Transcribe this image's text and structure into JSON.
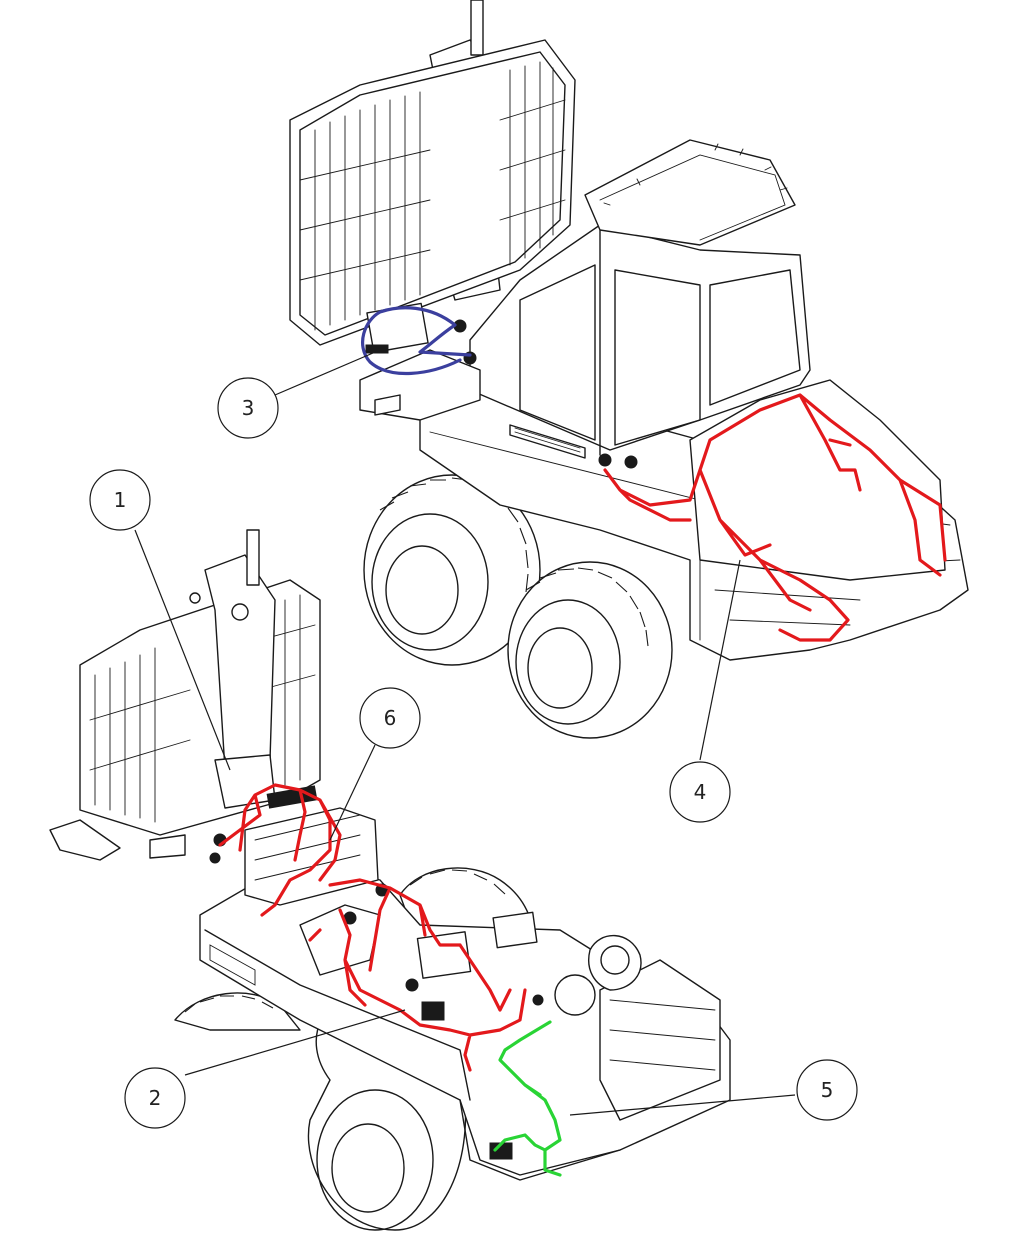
{
  "colors": {
    "line_art": "#1a1a1a",
    "harness_red": "#e3191c",
    "harness_blue": "#3b3f9e",
    "harness_green": "#29d435",
    "background": "#ffffff"
  },
  "callouts": [
    {
      "id": "callout-1",
      "label": "1"
    },
    {
      "id": "callout-2",
      "label": "2"
    },
    {
      "id": "callout-3",
      "label": "3"
    },
    {
      "id": "callout-4",
      "label": "4"
    },
    {
      "id": "callout-5",
      "label": "5"
    },
    {
      "id": "callout-6",
      "label": "6"
    }
  ]
}
